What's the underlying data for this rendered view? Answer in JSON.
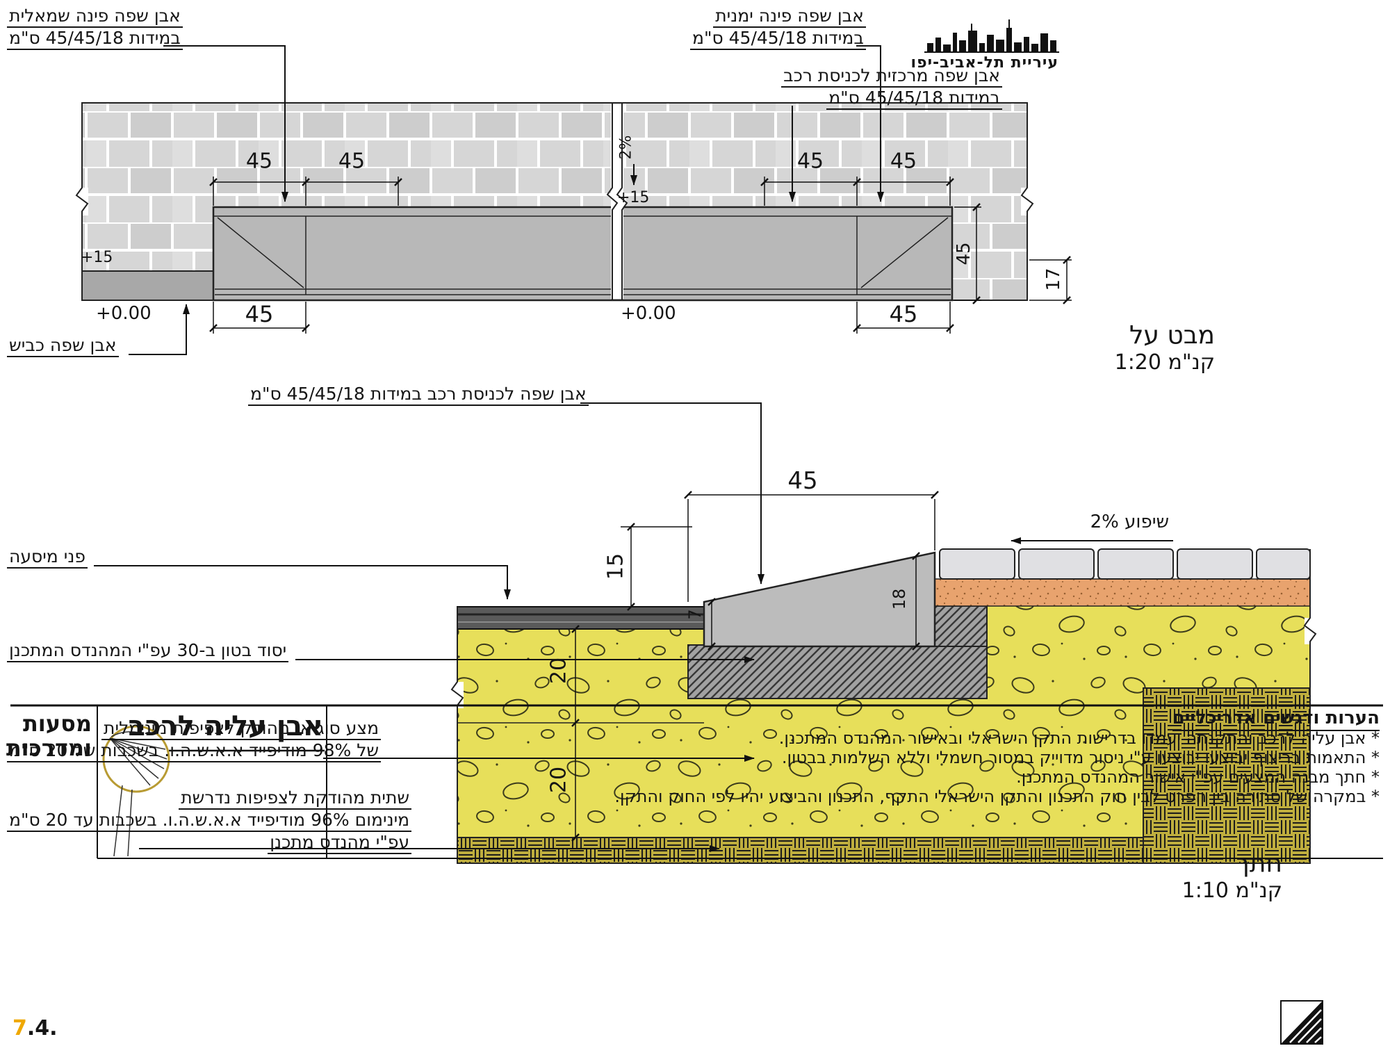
{
  "logo": {
    "city_name": "עיריית תל-אביב-יפו"
  },
  "plan": {
    "title": "מבט על",
    "scale": "קנ\"מ 1:20",
    "callout_left_1": "אבן שפה פינה שמאלית",
    "callout_left_2": "במידות 45/45/18 ס\"מ",
    "callout_right_1": "אבן שפה פינה ימנית",
    "callout_right_2": "במידות 45/45/18 ס\"מ",
    "callout_central_1": "אבן שפה מרכזית לכניסת רכב",
    "callout_central_2": "במידות 45/45/18 ס\"מ",
    "callout_road": "אבן שפה כביש",
    "dim_45": "45",
    "dim_17": "17",
    "slope_2pct": "2%",
    "level_15": "+15",
    "level_0": "+0.00"
  },
  "section": {
    "title": "חתך",
    "scale": "קנ\"מ 1:10",
    "callout_curb": "אבן שפה לכניסת רכב במידות 45/45/18 ס\"מ",
    "callout_surface": "פני מיסעה",
    "callout_foundation": "יסוד בטון ב-30 עפ\"י המהנדס המתכנן",
    "callout_base_1": "מצע סוג א' מהודק לצפיפות מינימלית",
    "callout_base_2": "של 98% מודיפייד א.א.ש.ה.ו. בשכבות של 20 ס\"מ",
    "callout_subgrade_1": "שתית מהודקת לצפיפות נדרשת",
    "callout_subgrade_2": "מינימום 96% מודיפייד א.א.ש.ה.ו. בשכבות עד 20 ס\"מ",
    "callout_subgrade_3": "עפ\"י מהנדס מתכנן",
    "slope_label": "שיפוע 2%",
    "dim_45": "45",
    "dim_15": "15",
    "dim_7": "7",
    "dim_18": "18",
    "dim_20": "20"
  },
  "footer": {
    "category_1": "מסעות",
    "category_2": "ומדרכות",
    "title": "אבן עליה לרכב",
    "notes_title": "הערות ודגשים אדריכליים",
    "notes": [
      "* אבן עליה לרכב והתקנתה יעמדו בדרישות התקן הישראלי ובאישור המהנדס המתכנן.",
      "* התאמות בריצוף יבוצעו יבוצעו ע\"י ניסור מדוייק במסור חשמלי וללא השלמות בבטון.",
      "* חתך מבנה המצעים עפ\"י אישור המהנדס המתכנן.",
      "* במקרה של סתירה בין הפרט לבין חוק התכנון והתקן הישראלי התקף, התכנון והביצוע יהיו לפי החוק והתקן."
    ],
    "page_number": "7",
    "page_suffix": ".4."
  }
}
